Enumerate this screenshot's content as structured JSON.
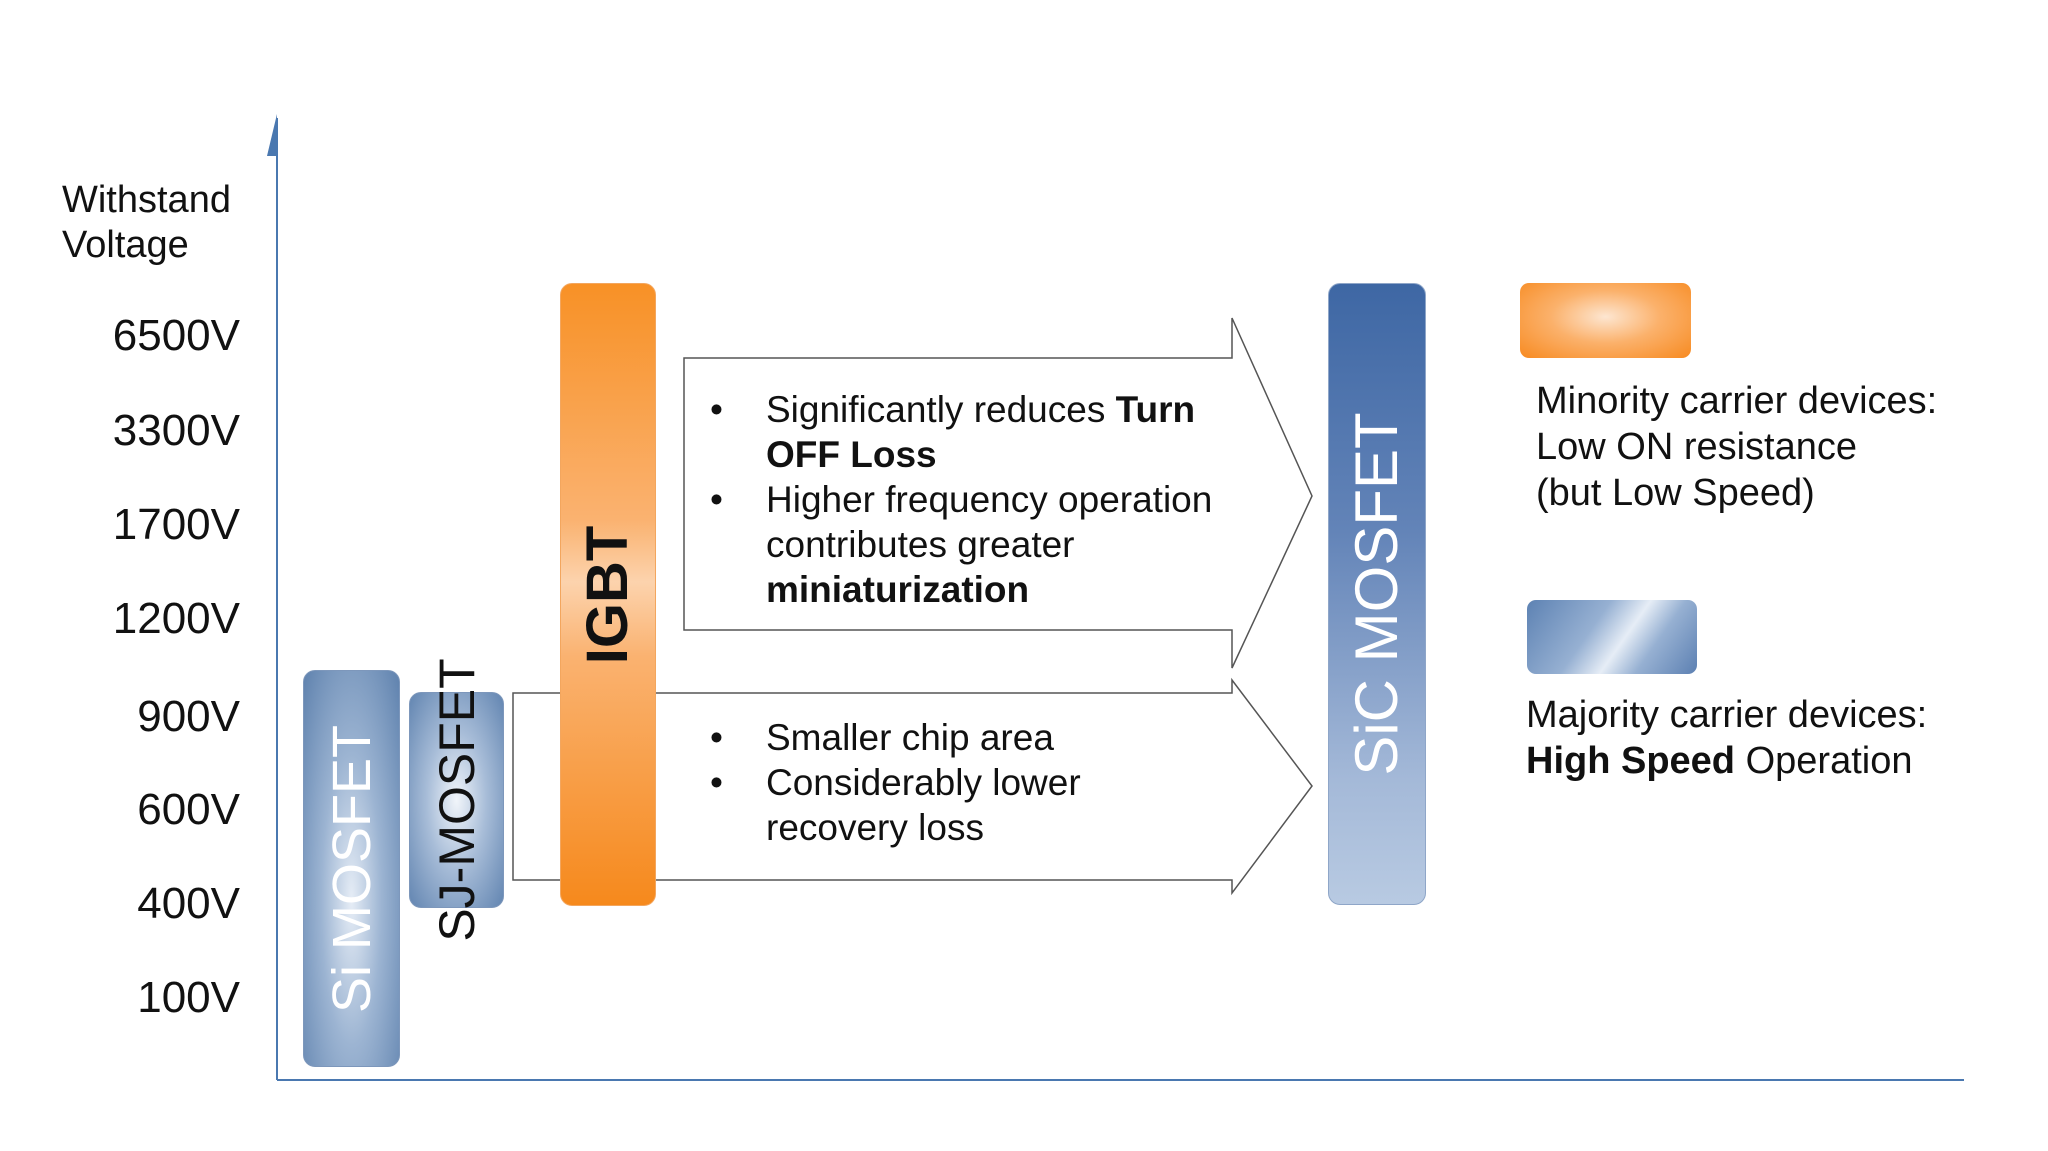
{
  "axis": {
    "title_line1": "Withstand",
    "title_line2": "Voltage",
    "labels": [
      "6500V",
      "3300V",
      "1700V",
      "1200V",
      "900V",
      "600V",
      "400V",
      "100V"
    ]
  },
  "devices": {
    "si_mosfet": "Si MOSFET",
    "sj_mosfet": "SJ-MOSFET",
    "igbt": "IGBT",
    "sic_mosfet": "SiC MOSFET"
  },
  "arrow_top": {
    "bullet1_prefix": "Significantly reduces ",
    "bullet1_bold": "Turn OFF Loss",
    "bullet2_prefix": "Higher frequency operation contributes greater ",
    "bullet2_bold": "miniaturization"
  },
  "arrow_bottom": {
    "bullet1": "Smaller chip area",
    "bullet2": "Considerably lower recovery loss"
  },
  "legend": {
    "minority_line1": "Minority carrier devices:",
    "minority_line2": "Low ON resistance",
    "minority_line3": "(but Low Speed)",
    "majority_line1": "Majority carrier devices:",
    "majority_bold": "High Speed",
    "majority_rest": " Operation"
  },
  "colors": {
    "axis": "#4a78b0",
    "minority_orange": "#f7901e",
    "majority_blue": "#4a6fa8",
    "arrow_outline": "#555555"
  }
}
